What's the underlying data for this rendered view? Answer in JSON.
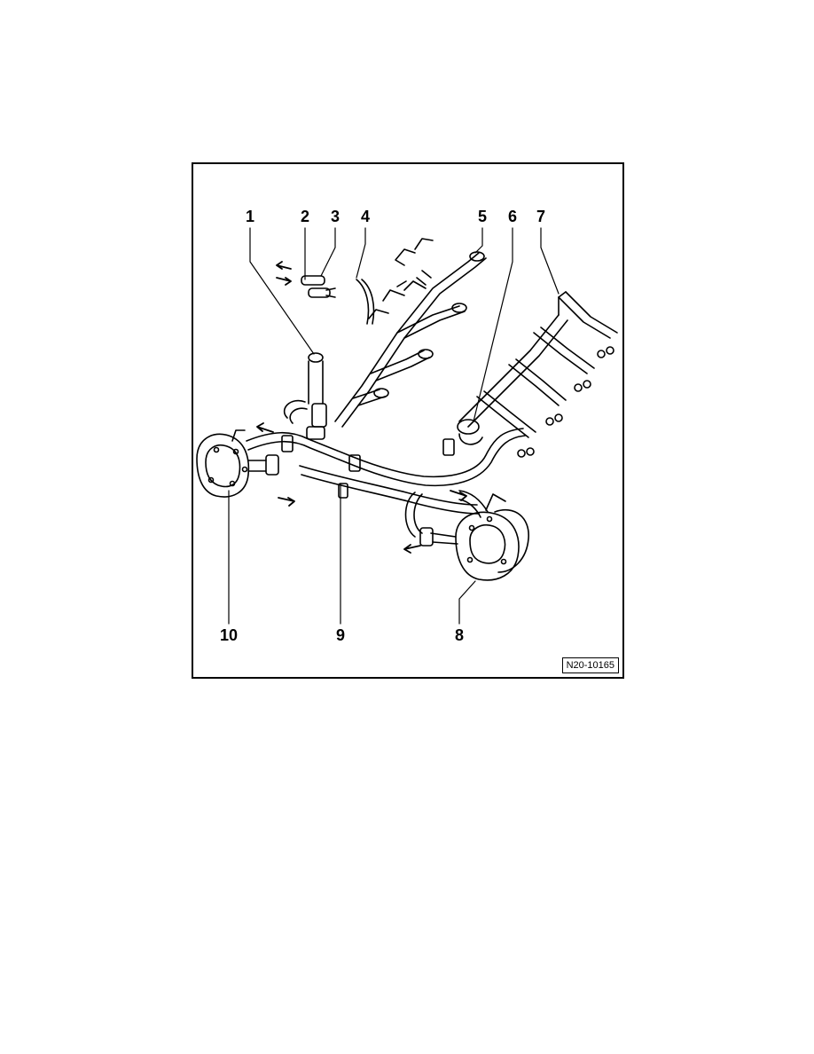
{
  "figure": {
    "callouts": [
      "1",
      "2",
      "3",
      "4",
      "5",
      "6",
      "7",
      "8",
      "9",
      "10"
    ],
    "reference_code": "N20-10165"
  }
}
